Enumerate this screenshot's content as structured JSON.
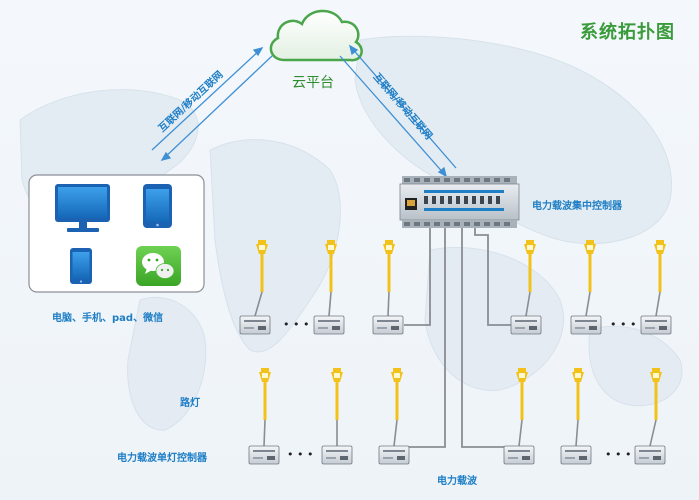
{
  "title": "系统拓扑图",
  "cloud_label": "云平台",
  "link_left_label": "互联网/移动互联网",
  "link_right_label": "互联网/移动互联网",
  "concentrator_label": "电力载波集中控制器",
  "devices_label": "电脑、手机、pad、微信",
  "streetlight_label": "路灯",
  "single_controller_label": "电力载波单灯控制器",
  "carrier_label": "电力载波",
  "ellipsis": "• • •",
  "colors": {
    "accent_green": "#3a9b3a",
    "accent_blue": "#1f7fc6",
    "pole_yellow": "#f2c21a",
    "wire_gray": "#8a8e93"
  }
}
